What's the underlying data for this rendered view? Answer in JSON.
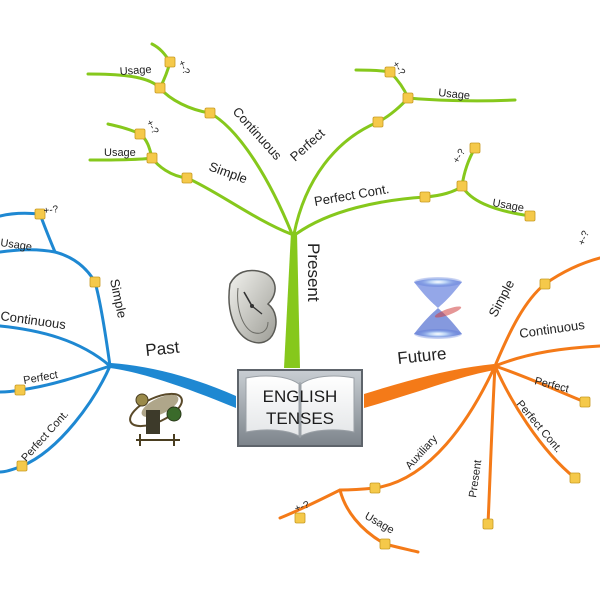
{
  "center": {
    "line1": "ENGLISH",
    "line2": "TENSES"
  },
  "colors": {
    "present": "#86c81c",
    "past": "#1e88d2",
    "future": "#f47a18",
    "leaf": "#f5c94a",
    "book": "#8f959c"
  },
  "branches": {
    "present": {
      "label": "Present",
      "icon": "melting-clock-icon",
      "nodes": {
        "continuous": "Continuous",
        "perfect": "Perfect",
        "simple": "Simple",
        "perfect_cont": "Perfect Cont."
      },
      "leaves": {
        "cont_usage": "Usage",
        "cont_q": "+-?",
        "perf_q": "+-?",
        "perf_usage": "Usage",
        "simple_q": "+-?",
        "simple_usage": "Usage",
        "pc_q": "+-?",
        "pc_usage": "Usage"
      }
    },
    "past": {
      "label": "Past",
      "icon": "time-machine-icon",
      "nodes": {
        "simple": "Simple",
        "continuous": "Continuous",
        "perfect": "Perfect",
        "perfect_cont": "Perfect Cont."
      },
      "leaves": {
        "simple_q": "+-?",
        "simple_usage": "Usage"
      }
    },
    "future": {
      "label": "Future",
      "icon": "wormhole-icon",
      "nodes": {
        "simple": "Simple",
        "continuous": "Continuous",
        "perfect": "Perfect",
        "perfect_cont": "Perfect Cont.",
        "auxiliary": "Auxiliary",
        "present": "Present"
      },
      "leaves": {
        "simple_q": "+-?",
        "aux_q": "+-?",
        "aux_usage": "Usage"
      }
    }
  }
}
